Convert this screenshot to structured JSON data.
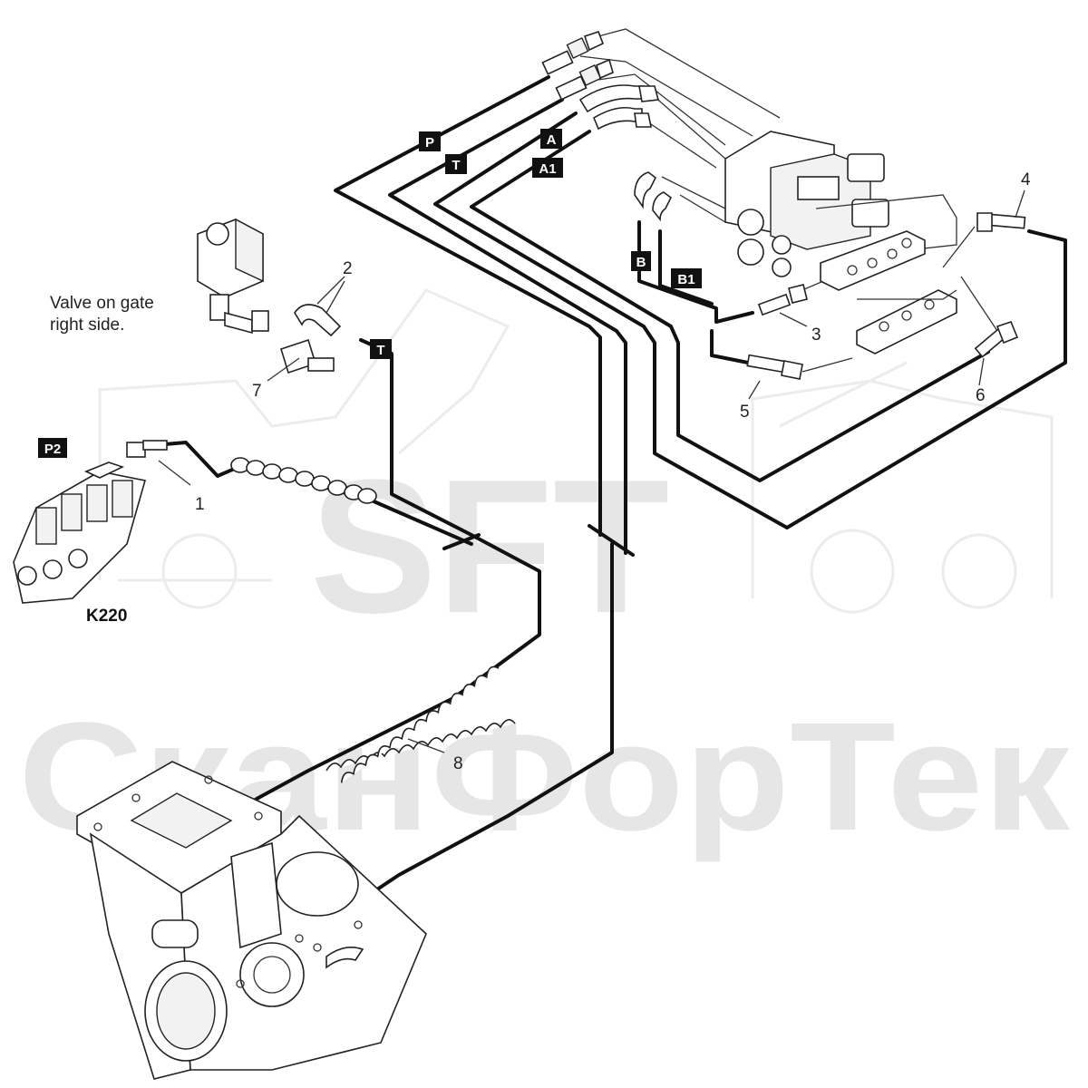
{
  "watermark": {
    "brand": "SFT",
    "company": "СканФорТек"
  },
  "caption": {
    "line1": "Valve on gate",
    "line2": "right side."
  },
  "model_label": "K220",
  "port_tags": {
    "P": "P",
    "T_top": "T",
    "A": "A",
    "A1": "A1",
    "B": "B",
    "B1": "B1",
    "T_valve": "T",
    "P2": "P2"
  },
  "callouts": [
    "1",
    "2",
    "3",
    "4",
    "5",
    "6",
    "7",
    "8"
  ],
  "colors": {
    "line": "#111111",
    "tag_fill": "#111111",
    "tag_text": "#ffffff",
    "watermark": "#e6e6e6"
  }
}
